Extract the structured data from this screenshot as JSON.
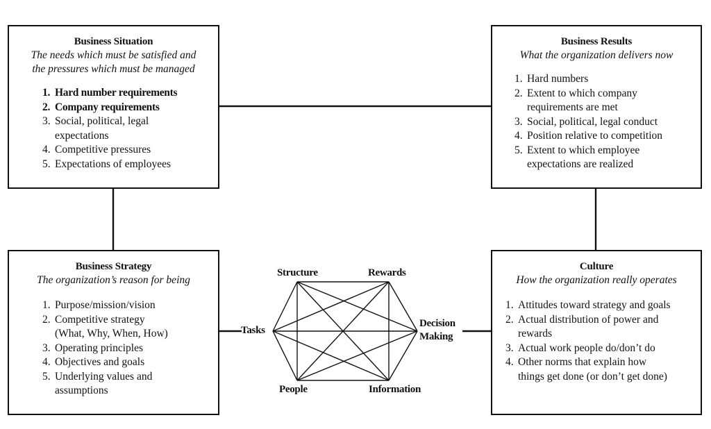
{
  "business_situation": {
    "title": "Business Situation",
    "subtitle_line1": "The needs which must be satisfied and",
    "subtitle_line2": "the pressures which must be managed",
    "items": [
      {
        "num": "1.",
        "text": "Hard number requirements"
      },
      {
        "num": "2.",
        "text": "Company requirements"
      },
      {
        "num": "3.",
        "text": "Social, political, legal"
      },
      {
        "num": "",
        "text": "expectations"
      },
      {
        "num": "4.",
        "text": "Competitive pressures"
      },
      {
        "num": "5.",
        "text": "Expectations of employees"
      }
    ]
  },
  "business_results": {
    "title": "Business Results",
    "subtitle": "What the organization delivers now",
    "items": [
      {
        "num": "1.",
        "text": "Hard numbers"
      },
      {
        "num": "2.",
        "text": "Extent to which company"
      },
      {
        "num": "",
        "text": "requirements are met"
      },
      {
        "num": "3.",
        "text": "Social, political, legal conduct"
      },
      {
        "num": "4.",
        "text": "Position relative to competition"
      },
      {
        "num": "5.",
        "text": "Extent to which employee"
      },
      {
        "num": "",
        "text": "expectations are realized"
      }
    ]
  },
  "business_strategy": {
    "title": "Business Strategy",
    "subtitle": "The organization’s reason for being",
    "items": [
      {
        "num": "1.",
        "text": "Purpose/mission/vision"
      },
      {
        "num": "2.",
        "text": "Competitive strategy"
      },
      {
        "num": "",
        "text": "(What, Why, When, How)"
      },
      {
        "num": "3.",
        "text": "Operating principles"
      },
      {
        "num": "4.",
        "text": "Objectives and goals"
      },
      {
        "num": "5.",
        "text": "Underlying values and"
      },
      {
        "num": "",
        "text": "assumptions"
      }
    ]
  },
  "culture": {
    "title": "Culture",
    "subtitle": "How the organization really operates",
    "items": [
      {
        "num": "1.",
        "text": "Attitudes toward strategy and goals"
      },
      {
        "num": "2.",
        "text": "Actual distribution of power and"
      },
      {
        "num": "",
        "text": "rewards"
      },
      {
        "num": "3.",
        "text": "Actual work people do/don’t do"
      },
      {
        "num": "4.",
        "text": "Other norms that explain how"
      },
      {
        "num": "",
        "text": "things get done (or don’t get done)"
      }
    ]
  },
  "organization_nodes": {
    "structure": "Structure",
    "rewards": "Rewards",
    "tasks": "Tasks",
    "decision_making_line1": "Decision",
    "decision_making_line2": "Making",
    "people": "People",
    "information": "Information"
  },
  "colors": {
    "line": "#111111",
    "background": "#ffffff"
  }
}
